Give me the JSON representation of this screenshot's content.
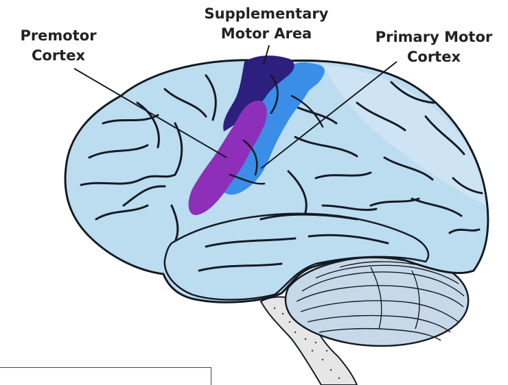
{
  "labels": {
    "premotor": {
      "line1": "Premotor",
      "line2": "Cortex"
    },
    "supplementary": {
      "line1": "Supplementary",
      "line2": "Motor Area"
    },
    "primary": {
      "line1": "Primary Motor",
      "line2": "Cortex"
    }
  },
  "colors": {
    "cortex": "#bcdcf0",
    "cortex_light": "#d2e6f6",
    "sulci": "#141a22",
    "premotor_cortex": "#8d2fb9",
    "supplementary_motor_area": "#2d1f7e",
    "primary_motor_cortex": "#3a8ee8",
    "cerebellum": "#c7d9e8",
    "brainstem": "#e6e6e6"
  }
}
